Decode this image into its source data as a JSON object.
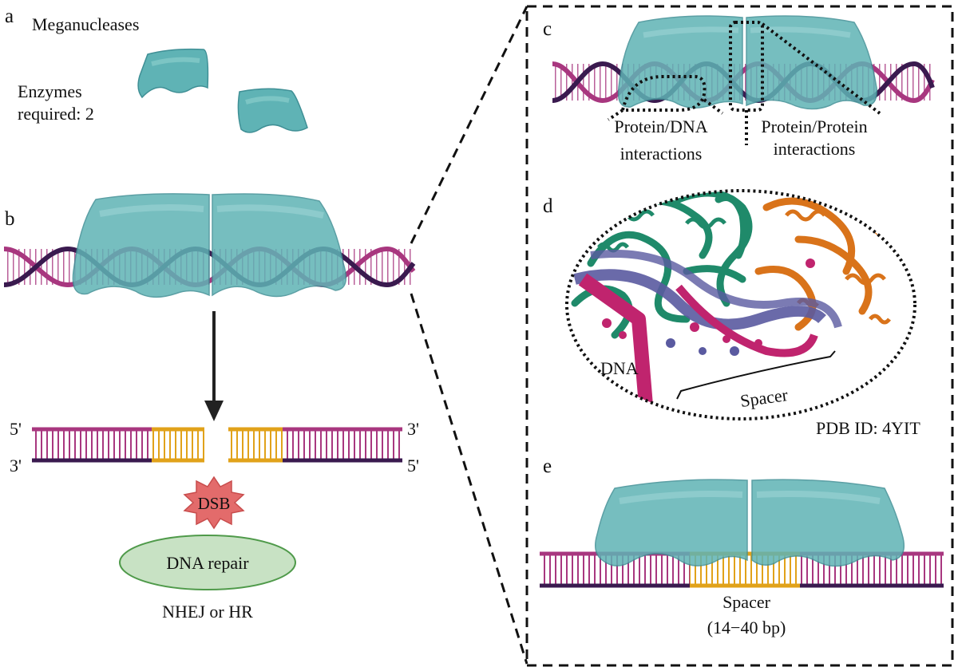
{
  "panels": {
    "a": {
      "letter": "a",
      "title": "Meganucleases",
      "enzymes_line1": "Enzymes",
      "enzymes_line2": "required: 2"
    },
    "b": {
      "letter": "b",
      "end_5_left": "5'",
      "end_3_left": "3'",
      "end_3_right": "3'",
      "end_5_right": "5'",
      "dsb": "DSB",
      "repair": "DNA repair",
      "pathways": "NHEJ or HR"
    },
    "c": {
      "letter": "c",
      "protein_dna_1": "Protein/DNA",
      "protein_dna_2": "interactions",
      "protein_protein_1": "Protein/Protein",
      "protein_protein_2": "interactions"
    },
    "d": {
      "letter": "d",
      "dna_label": "DNA",
      "spacer_label": "Spacer",
      "pdb": "PDB ID: 4YIT"
    },
    "e": {
      "letter": "e",
      "spacer_1": "Spacer",
      "spacer_2": "(14−40 bp)"
    }
  },
  "colors": {
    "protein": "#5fb3b5",
    "protein_dark": "#3f8f95",
    "dna_magenta": "#a8377f",
    "dna_purple": "#3a1a4f",
    "spacer_orange": "#e1a21a",
    "dsb_red": "#e36b6b",
    "repair_green": "#c8e2c4",
    "structure_green": "#1f8a6a",
    "structure_orange": "#d9731a",
    "structure_blue": "#5a5aa0",
    "structure_pink": "#c0246e"
  }
}
